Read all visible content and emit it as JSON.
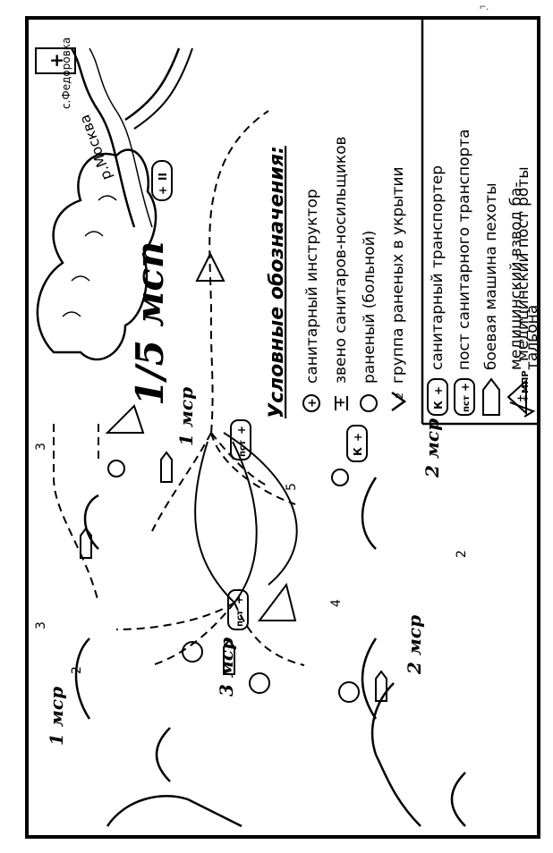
{
  "header_stamp": "⌐.",
  "regiment_label": "1/5 мсп",
  "river_label": "р.Москва",
  "village_label": "с.Федоровка",
  "legend": {
    "title": "Условные обозначения:",
    "items": [
      {
        "icon": "medic-instructor-icon",
        "text": "санитарный инструктор"
      },
      {
        "icon": "stretcher-team-icon",
        "text": "звено санитаров-носильщиков"
      },
      {
        "icon": "wounded-icon",
        "text": "раненый (больной)"
      },
      {
        "icon": "wounded-group-icon",
        "text": "группа раненых в укрытии"
      },
      {
        "icon": "ambulance-vehicle-icon",
        "text": "санитарный транспортер"
      },
      {
        "icon": "ambulance-post-icon",
        "text": "пост санитарного транспорта"
      },
      {
        "icon": "ifv-icon",
        "text": "боевая машина пехоты"
      },
      {
        "icon": "medical-platoon-icon",
        "text": "медицинский взвод ба-"
      },
      {
        "icon": "medical-platoon-icon-cont",
        "text": "тальона"
      },
      {
        "icon": "company-medpost-icon",
        "text": "медицинский пост роты"
      }
    ],
    "sym": {
      "plus": "+",
      "k": "К",
      "post": "пст",
      "mpr": "МПР",
      "two": "2"
    }
  },
  "unit_labels": {
    "msr1_top": "1 мср",
    "msr1_mid": "1 мср",
    "msr2_top": "2 мср",
    "msr2_bot": "2 мср",
    "msr3": "3 мср"
  },
  "numbers": {
    "n3a": "3",
    "n5a": "5",
    "n3b": "3",
    "n2": "2",
    "n4": "4",
    "n2b": "2"
  },
  "post_labels": {
    "post_a": "пст",
    "post_b": "пст",
    "k": "К",
    "ii": "II"
  }
}
